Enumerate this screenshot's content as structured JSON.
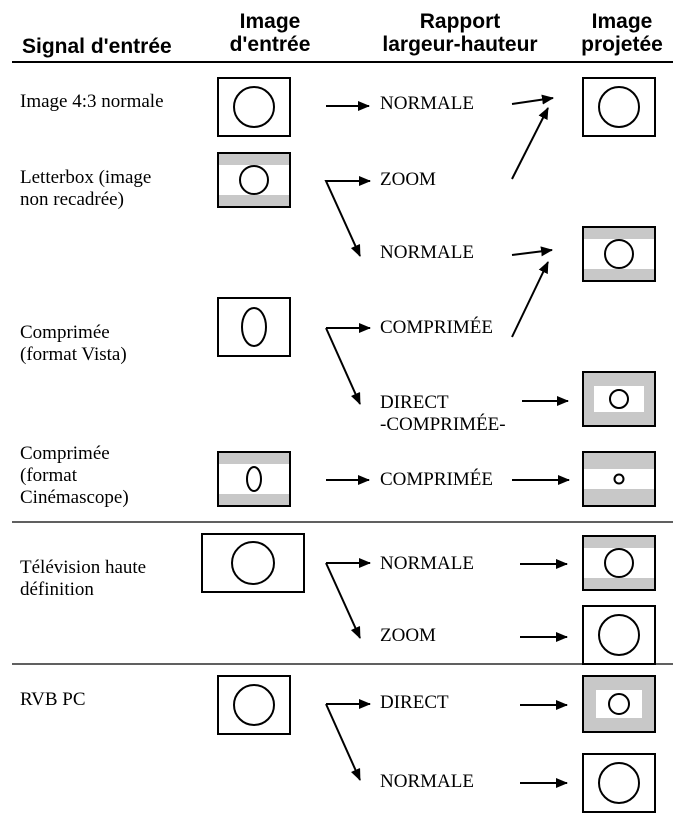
{
  "headers": {
    "signal": "Signal d'entrée",
    "input_image": [
      "Image",
      "d'entrée"
    ],
    "aspect_ratio": [
      "Rapport",
      "largeur-hauteur"
    ],
    "projected_image": [
      "Image",
      "projetée"
    ]
  },
  "signals": [
    [
      "Image 4:3 normale"
    ],
    [
      "Letterbox (image",
      "non recadrée)"
    ],
    [
      "Comprimée",
      "(format Vista)"
    ],
    [
      "Comprimée",
      "(format",
      "Cinémascope)"
    ],
    [
      "Télévision haute",
      "définition"
    ],
    [
      "RVB PC"
    ]
  ],
  "ratios": [
    [
      "NORMALE"
    ],
    [
      "ZOOM"
    ],
    [
      "NORMALE"
    ],
    [
      "COMPRIMÉE"
    ],
    [
      "DIRECT",
      "-COMPRIMÉE-"
    ],
    [
      "COMPRIMÉE"
    ],
    [
      "NORMALE"
    ],
    [
      "ZOOM"
    ],
    [
      "DIRECT"
    ],
    [
      "NORMALE"
    ]
  ],
  "colors": {
    "band_gray": "#c8c8c8",
    "line": "#000000"
  }
}
